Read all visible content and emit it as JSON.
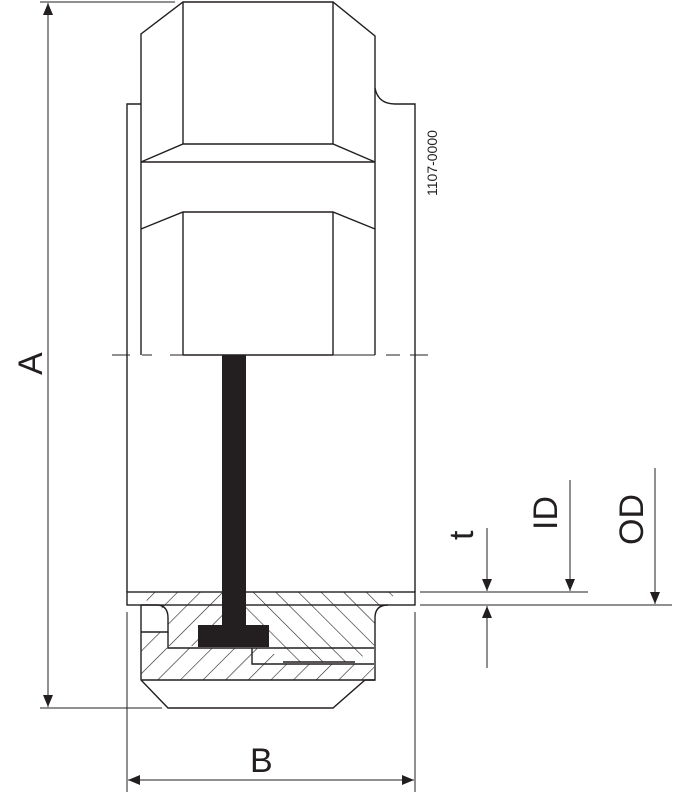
{
  "drawing": {
    "part_number": "1107-0000",
    "dimensions": {
      "A": "A",
      "B": "B",
      "t": "t",
      "ID": "ID",
      "OD": "OD"
    },
    "colors": {
      "line": "#231f20",
      "background": "#ffffff"
    }
  }
}
